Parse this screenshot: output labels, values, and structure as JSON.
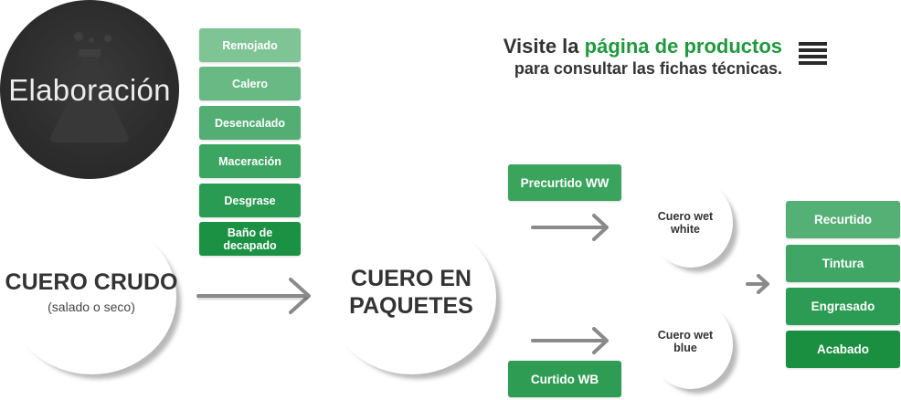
{
  "header": {
    "title": "Elaboración"
  },
  "promo": {
    "line1_prefix": "Visite la ",
    "line1_link": "página de productos",
    "line2": "para consultar las fichas técnicas."
  },
  "process_steps": [
    {
      "label": "Remojado",
      "color": "#7fc494"
    },
    {
      "label": "Calero",
      "color": "#69b984"
    },
    {
      "label": "Desencalado",
      "color": "#53ae73"
    },
    {
      "label": "Maceración",
      "color": "#3da562"
    },
    {
      "label": "Desgrase",
      "color": "#2a9b52"
    },
    {
      "label": "Baño de decapado",
      "color": "#1b9144"
    }
  ],
  "raw_hide": {
    "title": "CUERO CRUDO",
    "subtitle": "(salado o seco)"
  },
  "packets": {
    "title_line1": "CUERO EN",
    "title_line2": "PAQUETES"
  },
  "branches": {
    "precurtido": "Precurtido WW",
    "curtido": "Curtido WB",
    "wet_white_line1": "Cuero wet",
    "wet_white_line2": "white",
    "wet_blue_line1": "Cuero wet",
    "wet_blue_line2": "blue"
  },
  "finishing": [
    {
      "label": "Recurtido",
      "color": "#55b075"
    },
    {
      "label": "Tintura",
      "color": "#40a665"
    },
    {
      "label": "Engrasado",
      "color": "#2c9c54"
    },
    {
      "label": "Acabado",
      "color": "#1a8f40"
    }
  ],
  "colors": {
    "dark_circle": "#2c2c2c",
    "accent_green": "#1f9a3d",
    "box_green": "#3aa35c"
  }
}
